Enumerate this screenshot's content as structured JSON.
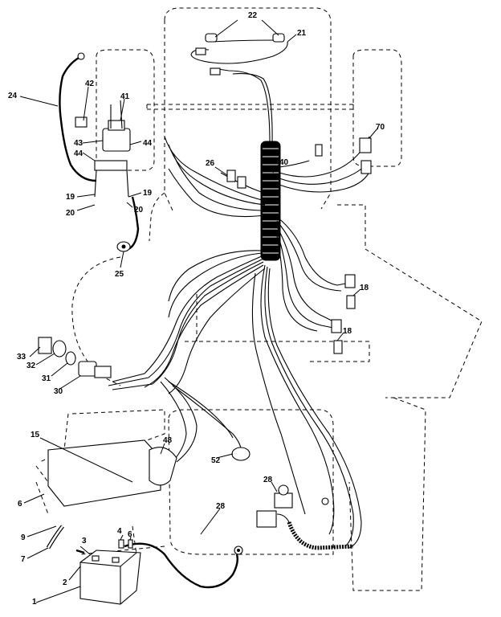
{
  "callouts": [
    {
      "id": "c1",
      "text": "1"
    },
    {
      "id": "c2",
      "text": "2"
    },
    {
      "id": "c3",
      "text": "3"
    },
    {
      "id": "c4",
      "text": "4"
    },
    {
      "id": "c5",
      "text": "6"
    },
    {
      "id": "c6",
      "text": "6"
    },
    {
      "id": "c7",
      "text": "7"
    },
    {
      "id": "c8",
      "text": "9"
    },
    {
      "id": "c9",
      "text": "15"
    },
    {
      "id": "c10",
      "text": "18"
    },
    {
      "id": "c11",
      "text": "18"
    },
    {
      "id": "c12",
      "text": "19"
    },
    {
      "id": "c13",
      "text": "19"
    },
    {
      "id": "c14",
      "text": "20"
    },
    {
      "id": "c15",
      "text": "20"
    },
    {
      "id": "c16",
      "text": "21"
    },
    {
      "id": "c17",
      "text": "22"
    },
    {
      "id": "c18",
      "text": "24"
    },
    {
      "id": "c19",
      "text": "25"
    },
    {
      "id": "c20",
      "text": "26"
    },
    {
      "id": "c21",
      "text": "28"
    },
    {
      "id": "c22",
      "text": "28"
    },
    {
      "id": "c23",
      "text": "30"
    },
    {
      "id": "c24",
      "text": "31"
    },
    {
      "id": "c25",
      "text": "32"
    },
    {
      "id": "c26",
      "text": "33"
    },
    {
      "id": "c27",
      "text": "40"
    },
    {
      "id": "c28",
      "text": "41"
    },
    {
      "id": "c29",
      "text": "42"
    },
    {
      "id": "c30",
      "text": "43"
    },
    {
      "id": "c31",
      "text": "44"
    },
    {
      "id": "c32",
      "text": "44"
    },
    {
      "id": "c33",
      "text": "48"
    },
    {
      "id": "c34",
      "text": "52"
    },
    {
      "id": "c35",
      "text": "70"
    }
  ]
}
